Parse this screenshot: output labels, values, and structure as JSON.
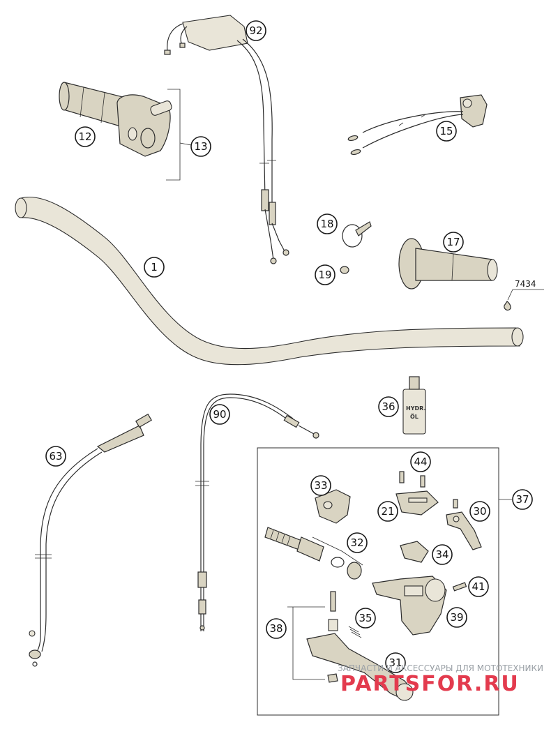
{
  "diagram": {
    "callouts": [
      {
        "id": "c92",
        "label": "92"
      },
      {
        "id": "c12",
        "label": "12"
      },
      {
        "id": "c13",
        "label": "13"
      },
      {
        "id": "c15",
        "label": "15"
      },
      {
        "id": "c18",
        "label": "18"
      },
      {
        "id": "c19",
        "label": "19"
      },
      {
        "id": "c17",
        "label": "17"
      },
      {
        "id": "c1",
        "label": "1"
      },
      {
        "id": "c90",
        "label": "90"
      },
      {
        "id": "c36",
        "label": "36"
      },
      {
        "id": "c63",
        "label": "63"
      },
      {
        "id": "c44",
        "label": "44"
      },
      {
        "id": "c37",
        "label": "37"
      },
      {
        "id": "c33",
        "label": "33"
      },
      {
        "id": "c21",
        "label": "21"
      },
      {
        "id": "c30",
        "label": "30"
      },
      {
        "id": "c32",
        "label": "32"
      },
      {
        "id": "c34",
        "label": "34"
      },
      {
        "id": "c41",
        "label": "41"
      },
      {
        "id": "c39",
        "label": "39"
      },
      {
        "id": "c38",
        "label": "38"
      },
      {
        "id": "c35",
        "label": "35"
      },
      {
        "id": "c31",
        "label": "31"
      }
    ],
    "part_number_label": "7434",
    "bottle_label": {
      "line1": "HYDR.",
      "line2": "ÖL"
    }
  },
  "watermark": {
    "caption": "ЗАПЧАСТИ И АКСЕССУАРЫ ДЛЯ МОТОТЕХНИКИ",
    "brand": "PARTSFOR.RU",
    "color": "#e33b4e"
  }
}
